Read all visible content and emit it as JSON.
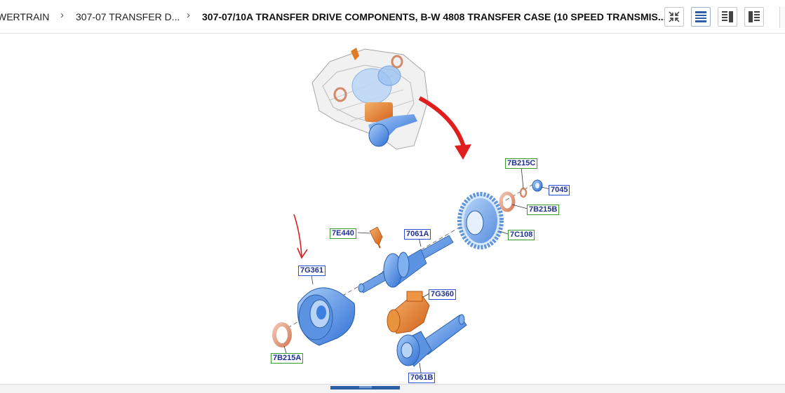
{
  "breadcrumb": {
    "items": [
      "WERTRAIN",
      "307-07 TRANSFER D...",
      "307-07/10A TRANSFER DRIVE COMPONENTS, B-W 4808 TRANSFER CASE (10 SPEED TRANSMIS..."
    ]
  },
  "toolbar": {
    "icons": [
      "collapse-icon",
      "single-pane-icon",
      "right-pane-icon",
      "left-pane-icon"
    ]
  },
  "diagram": {
    "callouts": [
      {
        "id": "7B215C",
        "style": "green"
      },
      {
        "id": "7045",
        "style": "blue"
      },
      {
        "id": "7B215B",
        "style": "green"
      },
      {
        "id": "7E440",
        "style": "green"
      },
      {
        "id": "7061A",
        "style": "blue"
      },
      {
        "id": "7C108",
        "style": "green"
      },
      {
        "id": "7G361",
        "style": "blue"
      },
      {
        "id": "7G360",
        "style": "blue"
      },
      {
        "id": "7B215A",
        "style": "green"
      },
      {
        "id": "7061B",
        "style": "blue"
      }
    ]
  },
  "colors": {
    "accent": "#2a5fa8",
    "part_blue": "#3d7fe0",
    "part_orange": "#e07a24",
    "arrow_red": "#e01e1e"
  }
}
